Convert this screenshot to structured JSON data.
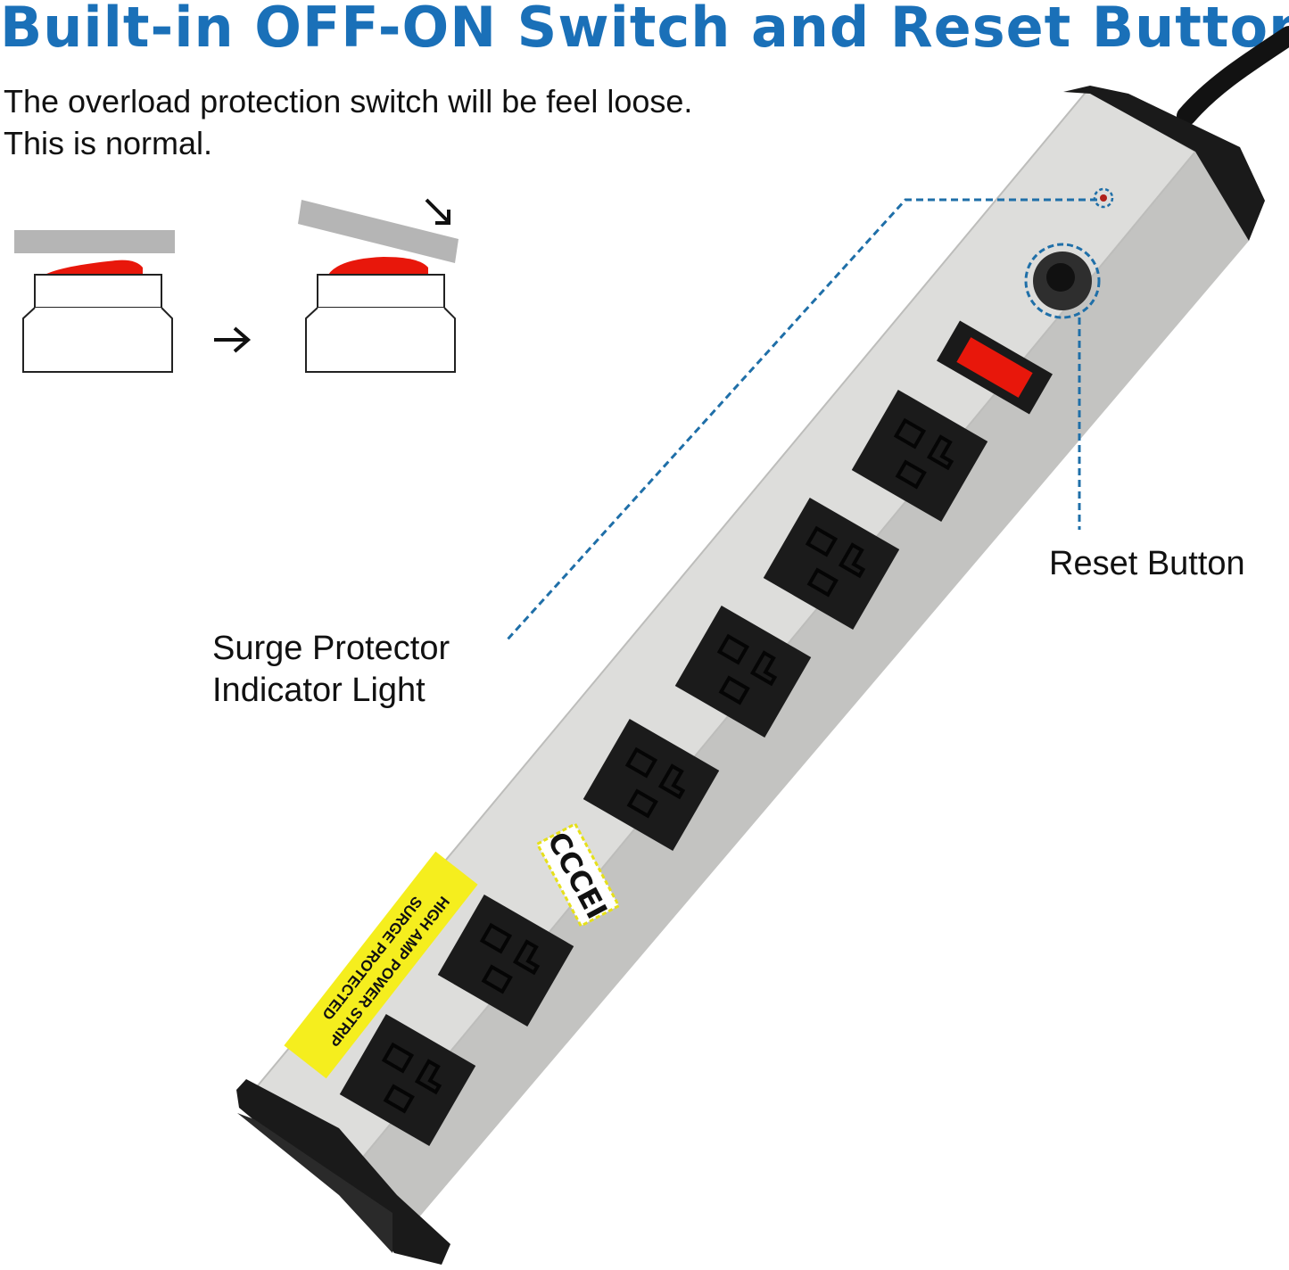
{
  "header": {
    "title": "Built-in OFF-ON Switch and Reset Button",
    "note_line1": "The overload protection switch will be feel loose.",
    "note_line2": "This is normal."
  },
  "callouts": {
    "surge_line1": "Surge Protector",
    "surge_line2": "Indicator Light",
    "reset": "Reset Button"
  },
  "product": {
    "brand": "CCCEI",
    "label_line1": "HIGH AMP POWER STRIP",
    "label_line2": "SURGE PROTECTED",
    "outlet_count": 6
  },
  "colors": {
    "title": "#1a70b8",
    "accent_line": "#1f6fa8",
    "switch_red": "#e8170b",
    "label_yellow": "#f5ee1e",
    "housing": "#dcdcda",
    "outlet": "#1b1b1b"
  },
  "icons": {
    "arrow_right": "right-arrow-icon",
    "arrow_down_right": "down-right-arrow-icon"
  }
}
